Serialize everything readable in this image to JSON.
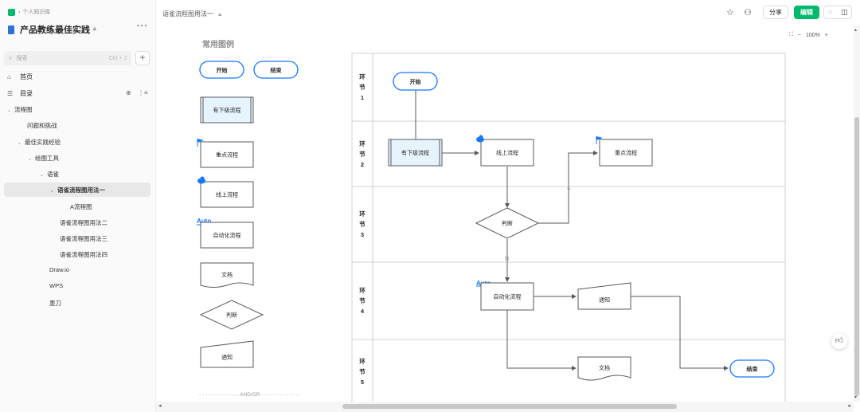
{
  "sidebar": {
    "breadcrumb": "个人知识库",
    "kb_title": "产品教练最佳实践",
    "more": "···",
    "search_placeholder": "搜索",
    "search_shortcut": "Ctrl + J",
    "add": "+",
    "home": "首页",
    "toc": "目录",
    "tree": [
      {
        "label": "流程图",
        "caret": "⌄"
      },
      {
        "label": "问题和挑战",
        "caret": ""
      },
      {
        "label": "最佳实践经验",
        "caret": "⌄"
      },
      {
        "label": "绘图工具",
        "caret": "⌄"
      },
      {
        "label": "语雀",
        "caret": "⌄"
      },
      {
        "label": "语雀流程图用法一",
        "caret": "⌄"
      },
      {
        "label": "A流程图",
        "caret": ""
      },
      {
        "label": "语雀流程图用法二",
        "caret": ""
      },
      {
        "label": "语雀流程图用法三",
        "caret": ""
      },
      {
        "label": "语雀流程图用法四",
        "caret": ""
      },
      {
        "label": "Draw.io",
        "caret": ""
      },
      {
        "label": "WPS",
        "caret": ""
      },
      {
        "label": "墨刀",
        "caret": ""
      }
    ]
  },
  "header": {
    "doc_title": "语雀流程图用法一",
    "share": "分享",
    "edit": "编辑"
  },
  "zoom": {
    "level": "100%",
    "minus": "−",
    "plus": "+"
  },
  "legend": {
    "title": "常用图例",
    "start": "开始",
    "end": "结束",
    "subprocess": "有下级流程",
    "key_process": "重点流程",
    "online_process": "线上流程",
    "auto_tag": "Auto",
    "auto_process": "自动化流程",
    "document": "文档",
    "decision": "判断",
    "notify": "通知",
    "andor": "- - - - - - - - - - - - - AND/OR - - - - - - - - - - - - -"
  },
  "diagram": {
    "lanes": [
      [
        "环",
        "节",
        "1"
      ],
      [
        "环",
        "节",
        "2"
      ],
      [
        "环",
        "节",
        "3"
      ],
      [
        "环",
        "节",
        "4"
      ],
      [
        "环",
        "节",
        "5"
      ]
    ],
    "start": "开始",
    "subprocess": "有下级流程",
    "online_process": "线上流程",
    "key_process": "重点流程",
    "decision": "判断",
    "yes": "Y",
    "no": "N",
    "auto_tag": "Auto",
    "auto_process": "自动化流程",
    "notify": "通知",
    "document": "文档",
    "end": "结束"
  },
  "colors": {
    "accent_green": "#00b96b",
    "terminal_blue": "#1677ff",
    "subprocess_fill": "#e6f4ff",
    "line": "#595959"
  },
  "icons": [
    "search-icon",
    "home-icon",
    "toc-icon",
    "star-icon",
    "collaborators-icon",
    "comment-icon",
    "panel-icon",
    "fit-screen-icon",
    "flag-icon",
    "cloud-icon",
    "like-icon"
  ]
}
